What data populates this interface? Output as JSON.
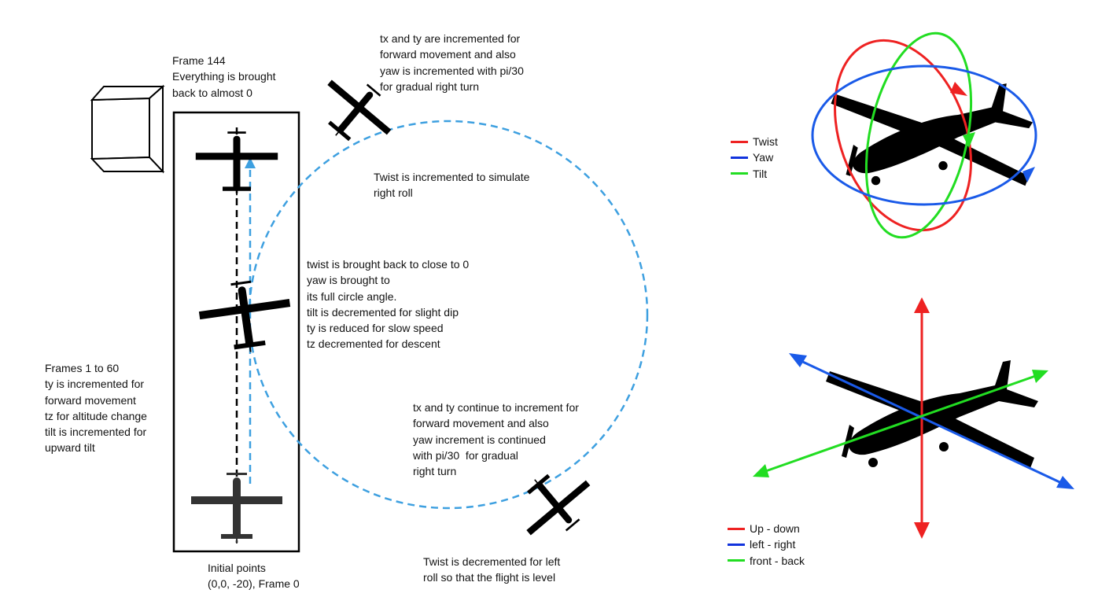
{
  "annotations": {
    "frame144": "Frame 144\nEverything is brought\nback to almost 0",
    "top_turn": "tx and ty are incremented for\nforward movement and also\nyaw is incremented with pi/30\nfor gradual right turn",
    "twist_right": "Twist is incremented to simulate\nright roll",
    "middle": "twist is brought back to close to 0\nyaw is brought to\nits full circle angle.\ntilt is decremented for slight dip\nty is reduced for slow speed\ntz decremented for descent",
    "frames_1_60": "Frames 1 to 60\nty is incremented for\nforward movement\ntz for altitude change\ntilt is incremented for\nupward tilt",
    "bottom_turn": "tx and ty continue to increment for\nforward movement and also\nyaw increment is continued\nwith pi/30  for gradual\nright turn",
    "twist_left": "Twist is decremented for left\nroll so that the flight is level",
    "initial": "Initial points\n(0,0, -20), Frame 0"
  },
  "rotation_legend": [
    {
      "label": "Twist",
      "color": "#ee2222"
    },
    {
      "label": "Yaw",
      "color": "#1133dd"
    },
    {
      "label": "Tilt",
      "color": "#22dd22"
    }
  ],
  "axis_legend": [
    {
      "label": "Up - down",
      "color": "#ee2222"
    },
    {
      "label": "left - right",
      "color": "#1133dd"
    },
    {
      "label": "front - back",
      "color": "#22dd22"
    }
  ],
  "colors": {
    "path": "#3ea0e0",
    "plane": "#000000",
    "plane_initial": "#333333",
    "twist": "#ee2222",
    "yaw": "#1a5ae8",
    "tilt": "#22dd22"
  },
  "icons": [
    "cube-icon",
    "airplane-icon"
  ]
}
